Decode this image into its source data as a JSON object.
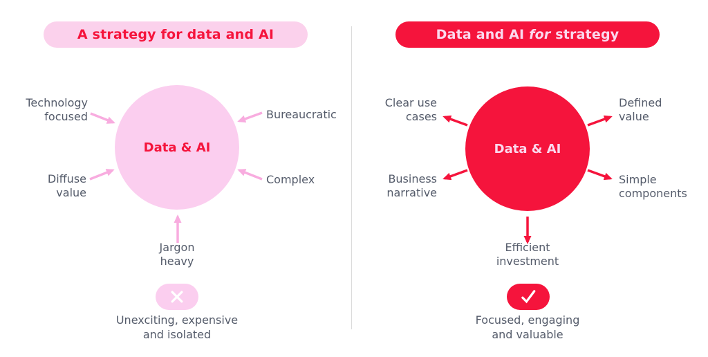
{
  "colors": {
    "background": "#FFFFFF",
    "divider": "#DBDBDB",
    "label_text": "#545B6A",
    "pink_pill_bg": "#FBD1EC",
    "pink_circle_bg": "#FBCEEF",
    "pink_arrow": "#F8ACDF",
    "red": "#F5143C",
    "pink_text_on_red": "#FBD9EE",
    "white": "#FFFFFF"
  },
  "left": {
    "header": "A strategy for data and AI",
    "circle_label": "Data & AI",
    "labels": {
      "top_left": "Technology\nfocused",
      "top_right": "Bureaucratic",
      "mid_left": "Diffuse\nvalue",
      "mid_right": "Complex",
      "bottom": "Jargon\nheavy"
    },
    "badge_icon": "x-icon",
    "caption": "Unexciting, expensive\nand isolated"
  },
  "right": {
    "header_pre": "Data and AI ",
    "header_italic": "for",
    "header_post": " strategy",
    "circle_label": "Data & AI",
    "labels": {
      "top_left": "Clear use\ncases",
      "top_right": "Defined\nvalue",
      "mid_left": "Business\nnarrative",
      "mid_right": "Simple\ncomponents",
      "bottom": "Efficient\ninvestment"
    },
    "badge_icon": "check-icon",
    "caption": "Focused, engaging\nand valuable"
  }
}
